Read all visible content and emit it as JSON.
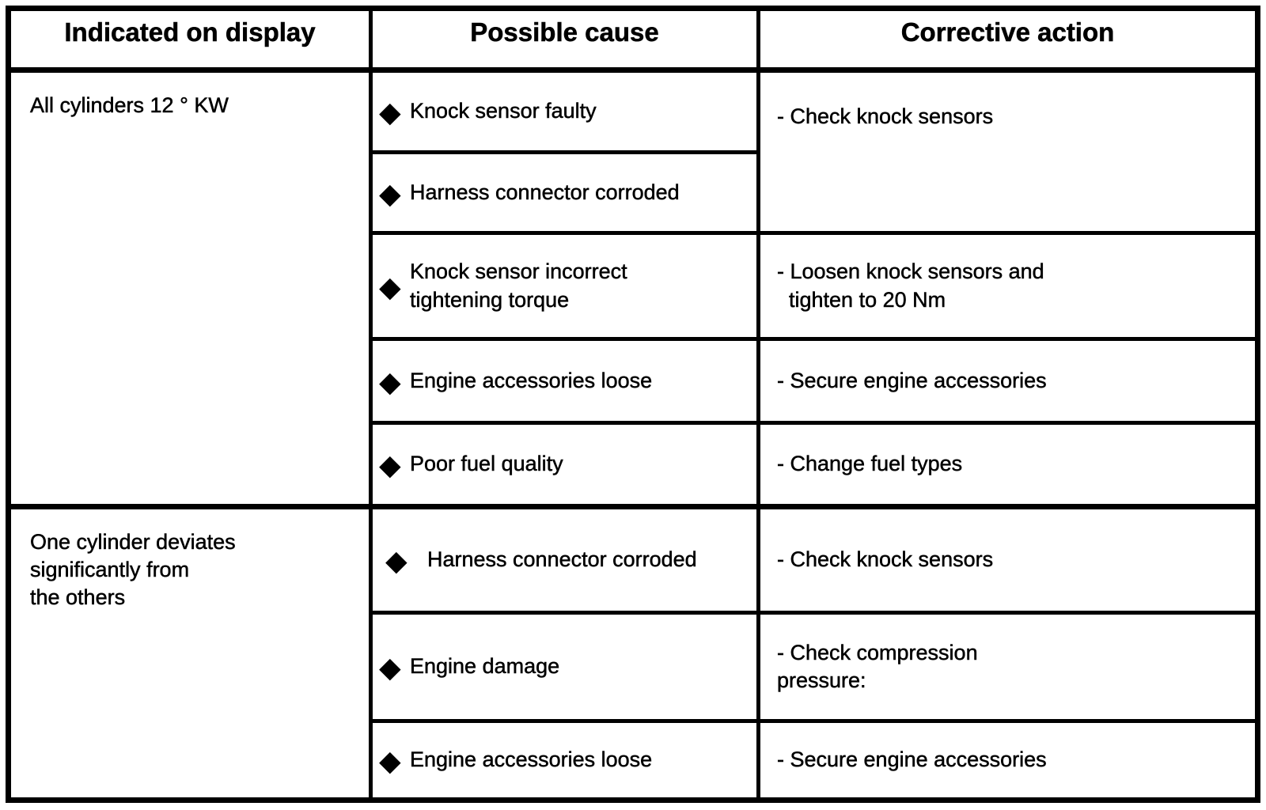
{
  "table": {
    "bullet": "◆",
    "headers": [
      {
        "label": "Indicated on display"
      },
      {
        "label": "Possible cause"
      },
      {
        "label": "Corrective action"
      }
    ],
    "sections": [
      {
        "indication": "All cylinders 12 ° KW",
        "rows": [
          {
            "cause": "Knock sensor faulty",
            "action": "- Check knock sensors",
            "action_rowspan": 2
          },
          {
            "cause": "Harness connector corroded"
          },
          {
            "cause": "Knock sensor incorrect\ntightening torque",
            "action": "- Loosen knock sensors and\n  tighten to 20 Nm"
          },
          {
            "cause": "Engine accessories loose",
            "action": "- Secure engine accessories"
          },
          {
            "cause": "Poor fuel quality",
            "action": "- Change fuel types"
          }
        ]
      },
      {
        "indication": "One cylinder deviates\nsignificantly from\nthe others",
        "rows": [
          {
            "cause": "Harness connector corroded",
            "action": "- Check knock sensors"
          },
          {
            "cause": "Engine damage",
            "action": "- Check compression\npressure:"
          },
          {
            "cause": "Engine accessories loose",
            "action": "- Secure engine accessories"
          }
        ]
      }
    ]
  }
}
